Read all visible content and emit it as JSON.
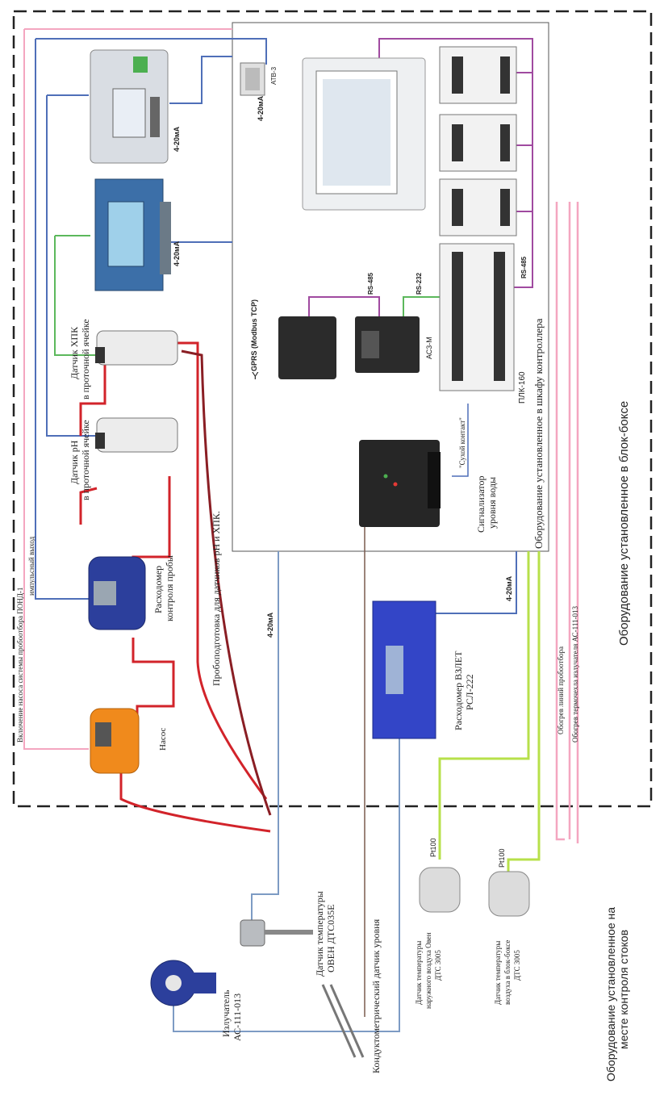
{
  "regions": {
    "block_box": "Оборудование установленное в блок-боксе",
    "cabinet": "Оборудование установленное в шкафу контроллера",
    "site_line1": "Оборудование установленное на",
    "site_line2": "месте контроля стоков"
  },
  "devices": {
    "atb": "АТВ-3",
    "pump": "Насос",
    "flowmeter_sample_1": "Расходомер",
    "flowmeter_sample_2": "контроля пробы",
    "ph_sensor_1": "Датчик рН",
    "ph_sensor_2": "в проточной ячейке",
    "chlorine_sensor_1": "Датчик ХПК",
    "chlorine_sensor_2": "в проточной ячейке",
    "gprs": "GPRS (Modbus TCP)",
    "ac3m": "АС3-М",
    "plc": "ПЛК-160",
    "level_alarm_1": "Сигнализатор",
    "level_alarm_2": "уровня воды",
    "dry_contact": "\"Сухой контакт\"",
    "vzlet_1": "Расходомер ВЗЛЕТ",
    "vzlet_2": "РСЛ-222",
    "temp_sensor_1": "Датчик температуры",
    "temp_sensor_2": "ОВЕН ДТС035Е",
    "emitter_1": "Излучатель",
    "emitter_2": "АС-111-013",
    "level_probe": "Кондуктометрический датчик уровня",
    "air_out_1": "Датчик температуры",
    "air_out_2": "наружного воздуха Овен",
    "air_out_3": "ДТС 3005",
    "air_in_1": "Датчик температуры",
    "air_in_2": "воздуха в блок-боксе",
    "air_in_3": "ДТС 3005",
    "pt100_a": "Pt100",
    "pt100_b": "Pt100"
  },
  "signals": {
    "ma_1": "4-20мА",
    "ma_2": "4-20мА",
    "ma_3": "4-20мА",
    "ma_4": "4-20мА",
    "ma_5": "4-20мА",
    "rs485_a": "RS-485",
    "rs232": "RS-232",
    "rs485_b": "RS-485",
    "pulse_out": "импульсный выход",
    "pump_on": "Включение насоса системы пробоотбора ПОНД-1",
    "sampling": "Пробоподготовка для датчиков рН и ХПК.",
    "heat_sampler": "Обогрев линий пробоотбора",
    "heat_emitter": "Обогрев термочехла излучателя АС-111-013"
  },
  "colors": {
    "pink": "#f4a6c0",
    "blue": "#4f6fb8",
    "green": "#5cb85c",
    "lime": "#b7e04a",
    "purple": "#a04aa0",
    "red": "#d2232a",
    "darkred": "#8a1e24",
    "steel": "#7d9bc4",
    "brown": "#7a5b4e"
  }
}
